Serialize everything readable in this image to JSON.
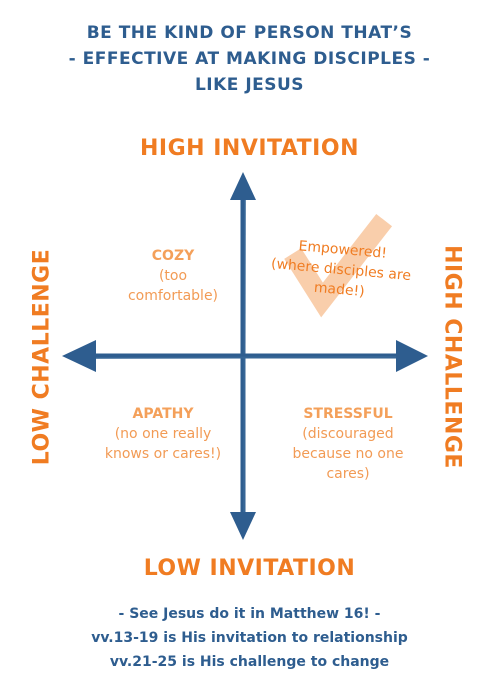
{
  "header": {
    "lines": [
      "BE THE KIND OF PERSON THAT’S",
      "- EFFECTIVE AT MAKING DISCIPLES -",
      "LIKE JESUS"
    ]
  },
  "axes": {
    "top": "HIGH INVITATION",
    "bottom": "LOW INVITATION",
    "left": "LOW CHALLENGE",
    "right": "HIGH CHALLENGE"
  },
  "quadrants": {
    "top_left": {
      "title": "COZY",
      "lines": [
        "(too",
        "comfortable)"
      ]
    },
    "top_right": {
      "title": "Empowered!",
      "lines": [
        "(where disciples are",
        "made!)"
      ]
    },
    "bottom_left": {
      "title": "APATHY",
      "lines": [
        "(no one really",
        "knows or cares!)"
      ]
    },
    "bottom_right": {
      "title": "STRESSFUL",
      "lines": [
        "(discouraged",
        "because no one",
        "cares)"
      ]
    }
  },
  "footer": {
    "lines": [
      "- See Jesus do it in Matthew 16! -",
      "vv.13-19 is His invitation to relationship",
      "vv.21-25 is His challenge to change"
    ]
  },
  "colors": {
    "blue": "#2e5d8f",
    "orange": "#f07c22",
    "light_orange": "#f4a05a",
    "check": "#f8c9a2"
  },
  "icons": [
    "checkmark-icon",
    "arrow-up-icon",
    "arrow-down-icon",
    "arrow-left-icon",
    "arrow-right-icon"
  ]
}
